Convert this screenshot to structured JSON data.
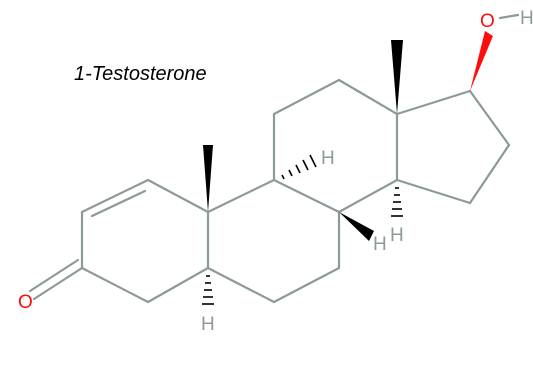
{
  "molecule": {
    "name": "1-Testosterone"
  },
  "atom_labels": {
    "oxygen_ketone": "O",
    "oxygen_hydroxyl": "O",
    "hydroxyl_hydrogen": "H",
    "h_c9": "H",
    "h_c14": "H",
    "h_c8": "H",
    "h_c5": "H"
  },
  "colors": {
    "bond": "#8c9a99",
    "stereo_bond": "#000000",
    "oxygen": "#ff0d0d",
    "hydrogen": "#8c9a99",
    "title": "#000000"
  }
}
